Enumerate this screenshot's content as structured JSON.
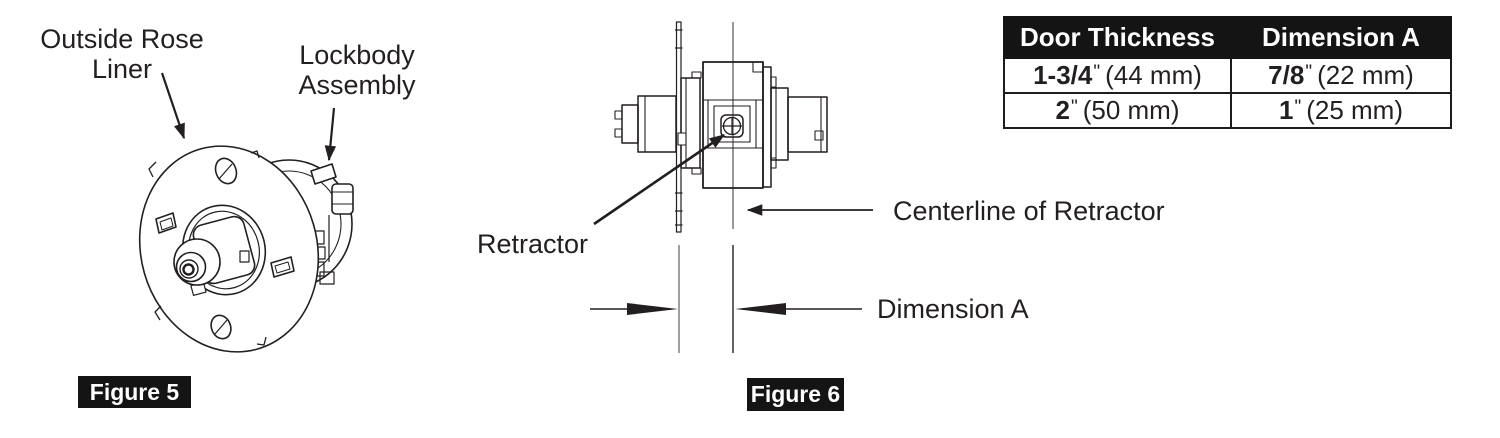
{
  "colors": {
    "ink": "#231f20",
    "black_fill": "#141414",
    "white": "#ffffff"
  },
  "figure5": {
    "badge": "Figure 5",
    "labels": {
      "outside_rose_liner_line1": "Outside Rose",
      "outside_rose_liner_line2": "Liner",
      "lockbody_line1": "Lockbody",
      "lockbody_line2": "Assembly"
    }
  },
  "figure6": {
    "badge": "Figure 6",
    "labels": {
      "retractor": "Retractor",
      "centerline": "Centerline of Retractor",
      "dimension": "Dimension A"
    }
  },
  "table": {
    "headers": {
      "door_thickness": "Door Thickness",
      "dimension_a": "Dimension A"
    },
    "rows": [
      {
        "door_value": "1-3/4",
        "door_inch": "\"",
        "door_metric": "(44 mm)",
        "dim_value": "7/8",
        "dim_inch": "\"",
        "dim_metric": "(22 mm)"
      },
      {
        "door_value": "2",
        "door_inch": "\"",
        "door_metric": "(50 mm)",
        "dim_value": "1",
        "dim_inch": "\"",
        "dim_metric": "(25 mm)"
      }
    ]
  }
}
